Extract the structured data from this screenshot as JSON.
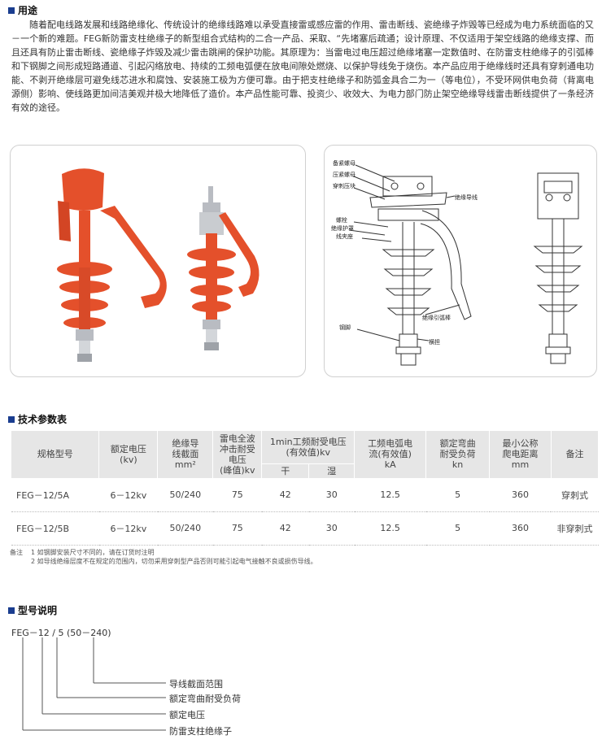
{
  "purpose": {
    "heading": "用途",
    "body": "随着配电线路发展和线路绝缘化、传统设计的绝缘线路难以承受直接雷或感应雷的作用、雷击断线、瓷绝缘子炸毁等已经成为电力系统面临的又－一个新的难题。FEG新防雷支柱绝缘子的新型组合式结构的二合一产品、采取、“先堵塞后疏通；设计原理、不仅适用于架空线路的绝缘支撑、而且还具有防止雷击断线、瓷绝缘子炸毁及减少雷击跳闸的保护功能。其原理为：当雷电过电压超过绝缘堵塞一定数值时、在防雷支柱绝缘子的引弧棒和下钢脚之间形成短路通道、引起闪络放电、持续的工频电弧便在放电间隙处燃烧、以保护导线免于烧伤。本产品应用于绝缘线时还具有穿刺通电功能、不剥开绝缘层可避免线芯进水和腐蚀、安装施工极为方便可靠。由于把支柱绝缘子和防弧金具合二为一（等电位），不受环网供电负荷（背离电源侧）影响、使线路更加间洁美观并极大地降低了造价。本产品性能可靠、投资少、收效大、为电力部门防止架空绝缘导线雷击断线提供了一条经济有效的途径。"
  },
  "diagram": {
    "labels": [
      "备紧螺母",
      "压紧螺母",
      "穿刺压块",
      "绝缘导线",
      "螺栓",
      "绝缘护罩",
      "线夹座",
      "绝缘引弧棒",
      "钢脚",
      "横担"
    ]
  },
  "spec": {
    "heading": "技术参数表",
    "headers": {
      "model": "规格型号",
      "voltage": [
        "额定电压",
        "(kv)"
      ],
      "section": [
        "绝缘导",
        "线截面",
        "mm²"
      ],
      "lightning": [
        "雷电全波",
        "冲击耐受",
        "电压",
        "(峰值)kv"
      ],
      "power": [
        "1min工频耐受电压",
        "(有效值)kv"
      ],
      "dry": "干",
      "wet": "湿",
      "arc": [
        "工频电弧电",
        "流(有效值)",
        "kA"
      ],
      "bending": [
        "额定弯曲",
        "耐受负荷",
        "kn"
      ],
      "creepage": [
        "最小公称",
        "爬电距离",
        "mm"
      ],
      "remark": "备注"
    },
    "rows": [
      [
        "FEG－12/5A",
        "6－12kv",
        "50/240",
        "75",
        "42",
        "30",
        "12.5",
        "5",
        "360",
        "穿刺式"
      ],
      [
        "FEG－12/5B",
        "6－12kv",
        "50/240",
        "75",
        "42",
        "30",
        "12.5",
        "5",
        "360",
        "非穿刺式"
      ]
    ],
    "notes_label": "备注",
    "notes": [
      "1 如钢脚安装尺寸不同的，请在订货时注明",
      "2 如导线绝缘层度不在规定的范围内，切勿采用穿刺型产品否则可能引起电气接触不良或损伤导线。"
    ]
  },
  "model": {
    "heading": "型号说明",
    "code": "FEG－12 / 5 (50－240)",
    "descriptions": [
      "导线截面范围",
      "额定弯曲耐受负荷",
      "额定电压",
      "防雷支柱绝缘子"
    ]
  },
  "colors": {
    "accent": "#1a3d8f",
    "insulator": "#e4502b",
    "metal": "#b9bcc2"
  }
}
